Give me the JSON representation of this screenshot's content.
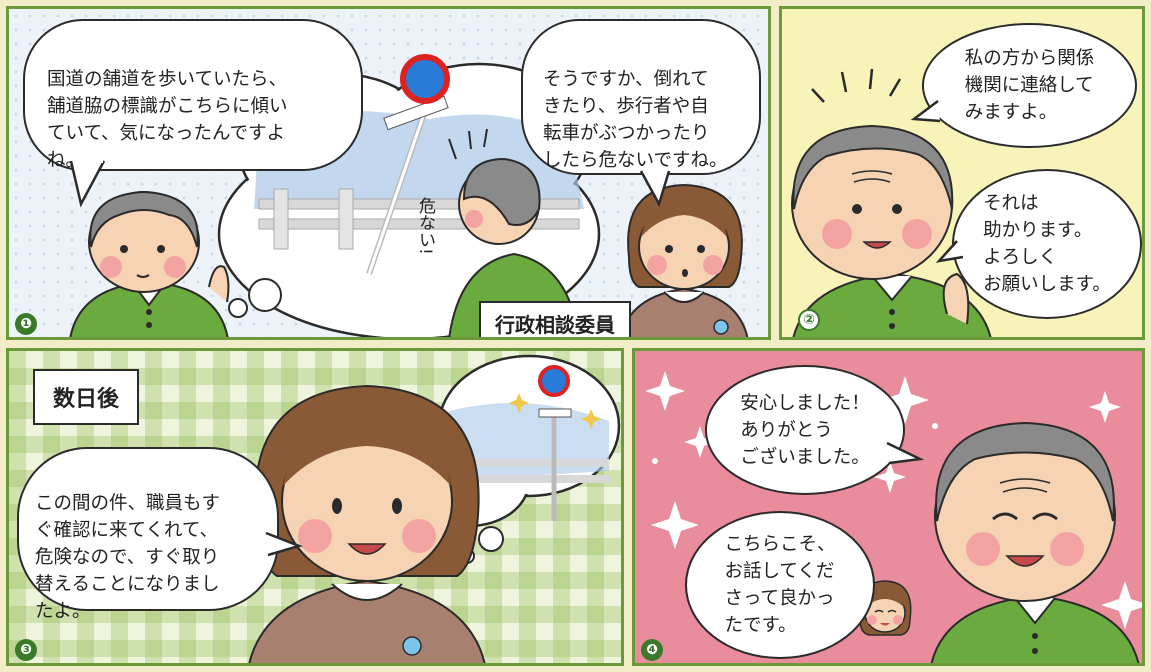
{
  "panel1": {
    "number": "❶",
    "bubble_left": "国道の舗道を歩いていたら、\n舗道脇の標識がこちらに傾い\nていて、気になったんですよ\nね。",
    "bubble_right": "そうですか、倒れて\nきたり、歩行者や自\n転車がぶつかったり\nしたら危ないですね。",
    "exclaim": "危ない!",
    "caption": "行政相談委員"
  },
  "panel2": {
    "number": "②",
    "bubble_top": "私の方から関係\n機関に連絡して\nみますよ。",
    "bubble_bottom": "それは\n助かります。\nよろしく\nお願いします。"
  },
  "panel3": {
    "number": "❸",
    "caption": "数日後",
    "bubble": "この間の件、職員もす\nぐ確認に来てくれて、\n危険なので、すぐ取り\n替えることになりまし\nたよ。"
  },
  "panel4": {
    "number": "❹",
    "bubble_top": "安心しました！\nありがとう\nございました。",
    "bubble_bottom": "こちらこそ、\nお話してくだ\nさって良かっ\nたです。"
  },
  "colors": {
    "frame": "#6b9a3a",
    "panel1_bg": "#eef3fa",
    "panel2_bg": "#f8f3b8",
    "panel3_bg": "#eef5dc",
    "panel4_bg": "#e98c9c",
    "shirt_green": "#6aaa3e",
    "hair_gray": "#8a8a8a",
    "hair_brown": "#8a5a36",
    "vest_brown": "#a88070"
  }
}
